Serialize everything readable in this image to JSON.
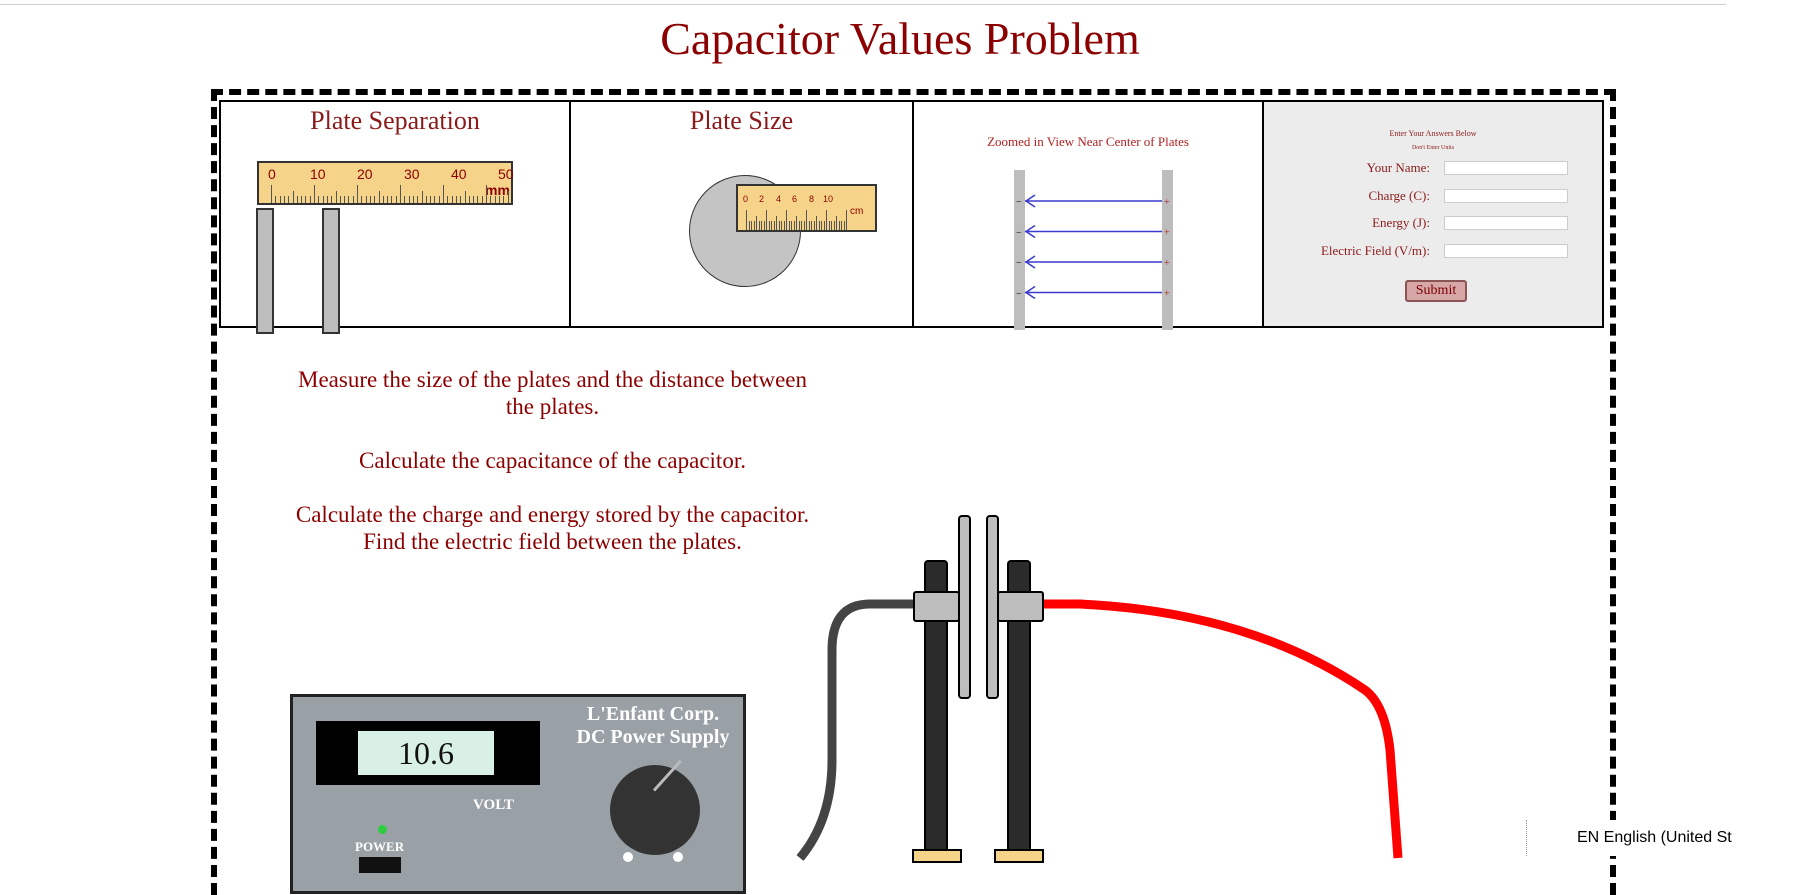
{
  "page": {
    "title": "Capacitor Values Problem"
  },
  "panels": {
    "plate_separation": {
      "title": "Plate Separation",
      "ruler_labels": [
        "0",
        "10",
        "20",
        "30",
        "40",
        "50"
      ],
      "ruler_unit": "mm"
    },
    "plate_size": {
      "title": "Plate Size",
      "ruler_labels": [
        "0",
        "2",
        "4",
        "6",
        "8",
        "10"
      ],
      "ruler_unit": "cm"
    },
    "zoom": {
      "title": "Zoomed in View Near Center of Plates",
      "field_line_count": 4,
      "minus_sign": "−",
      "plus_sign": "+"
    },
    "answers": {
      "heading": "Enter Your Answers Below",
      "subheading": "Don't Enter Units",
      "name_label": "Your Name:",
      "charge_label": "Charge (C):",
      "energy_label": "Energy (J):",
      "field_label": "Electric Field (V/m):",
      "submit_label": "Submit"
    }
  },
  "instructions": {
    "line1": "Measure the size of the plates and the distance between",
    "line2": "the plates.",
    "line3": "Calculate the capacitance of the capacitor.",
    "line4": "Calculate the charge and energy stored by the capacitor.",
    "line5": "Find the electric field between the plates."
  },
  "power_supply": {
    "brand_line1": "L'Enfant Corp.",
    "brand_line2": "DC Power Supply",
    "voltage": "10.6",
    "volt_label": "VOLT",
    "power_label": "POWER"
  },
  "taskbar": {
    "language": "EN English (United St"
  },
  "colors": {
    "title": "#8b0000",
    "wire_positive": "#ff0000",
    "wire_negative": "#444444",
    "field_line": "#3a3ad0"
  }
}
